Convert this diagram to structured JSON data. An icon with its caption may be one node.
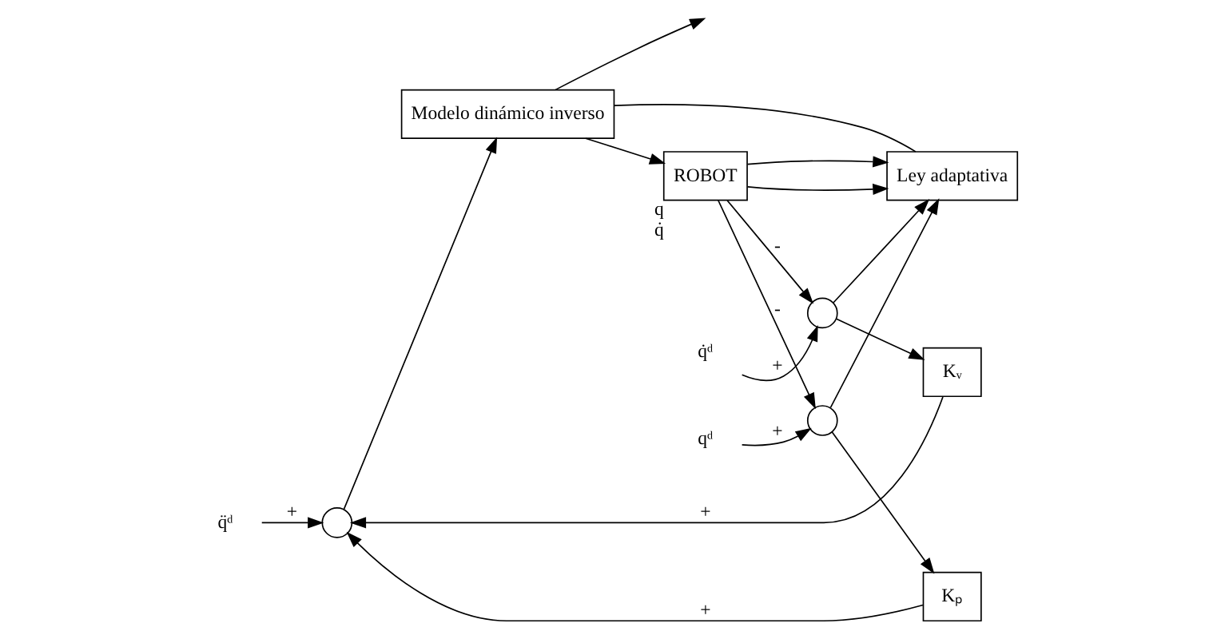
{
  "diagram": {
    "nodes": [
      {
        "text": [
          "q̈ᵈ"
        ]
      },
      {
        "text": [],
        "shape": "circle"
      },
      {
        "text": [
          "Modelo dinámico inverso"
        ]
      },
      {
        "text": [
          "ROBOT"
        ],
        "beside": [
          "q",
          "q̇"
        ]
      },
      {
        "text": [
          "Kₚ"
        ]
      },
      {
        "text": [
          "Kᵥ"
        ]
      },
      {
        "text": [
          "Ley adaptativa"
        ]
      },
      {
        "text": [
          "q̇ᵈ"
        ]
      },
      {
        "text": [],
        "shape": "circle"
      },
      {
        "text": [
          "qᵈ"
        ]
      },
      {
        "text": [],
        "shape": "circle"
      }
    ],
    "edges": [
      {
        "from": 0,
        "to": 1,
        "arrow": "to",
        "label": "+"
      },
      {
        "from": 4,
        "to": 1,
        "arrow": "to",
        "label": "+"
      },
      {
        "from": 5,
        "to": 1,
        "arrow": "to",
        "label": "+"
      },
      {
        "from": 1,
        "to": 2,
        "arrow": "to"
      },
      {
        "from": 2,
        "to": 3,
        "arrow": "to"
      },
      {
        "from": 2,
        "to": null,
        "arrow": "to"
      },
      {
        "from": 6,
        "to": 2,
        "arrow": "none"
      },
      {
        "from": 10,
        "to": 4,
        "arrow": "to"
      },
      {
        "from": 10,
        "to": 6,
        "arrow": "to"
      },
      {
        "from": 8,
        "to": 5,
        "arrow": "to"
      },
      {
        "from": 8,
        "to": 6,
        "arrow": "to"
      },
      {
        "from": 7,
        "to": 8,
        "arrow": "to",
        "label": "+"
      },
      {
        "from": 3,
        "to": 8,
        "arrow": "to",
        "label": "-"
      },
      {
        "from": 3,
        "to": 6,
        "arrow": "to"
      },
      {
        "from": 9,
        "to": 10,
        "arrow": "to",
        "label": "+"
      },
      {
        "from": 3,
        "to": 10,
        "arrow": "to",
        "label": "-"
      },
      {
        "from": 3,
        "to": 6,
        "arrow": "to"
      }
    ]
  }
}
